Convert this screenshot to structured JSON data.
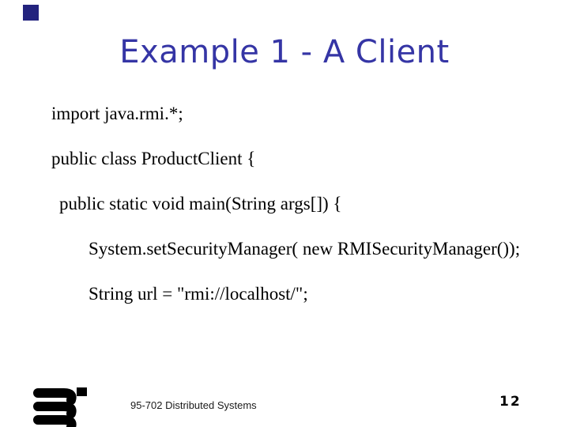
{
  "slide": {
    "title": "Example 1 - A Client",
    "code_lines": [
      {
        "text": "import java.rmi.*;"
      },
      {
        "text": "public class ProductClient {"
      },
      {
        "text": "public static void main(String args[]) {"
      },
      {
        "text": "System.setSecurityManager( new RMISecurityManager());"
      },
      {
        "text": "String url = \"rmi://localhost/\";"
      }
    ],
    "footer": {
      "course_label": "95-702 Distributed Systems",
      "page_number": "12"
    },
    "icons": {
      "logo": "three-bars-logo",
      "corner_accent": "navy-accent-square"
    },
    "colors": {
      "title_blue": "#3535A5",
      "accent_square_navy": "#23237E",
      "logo_black": "#000000",
      "body_text": "#000000",
      "footer_text": "#1a1a1a"
    }
  }
}
